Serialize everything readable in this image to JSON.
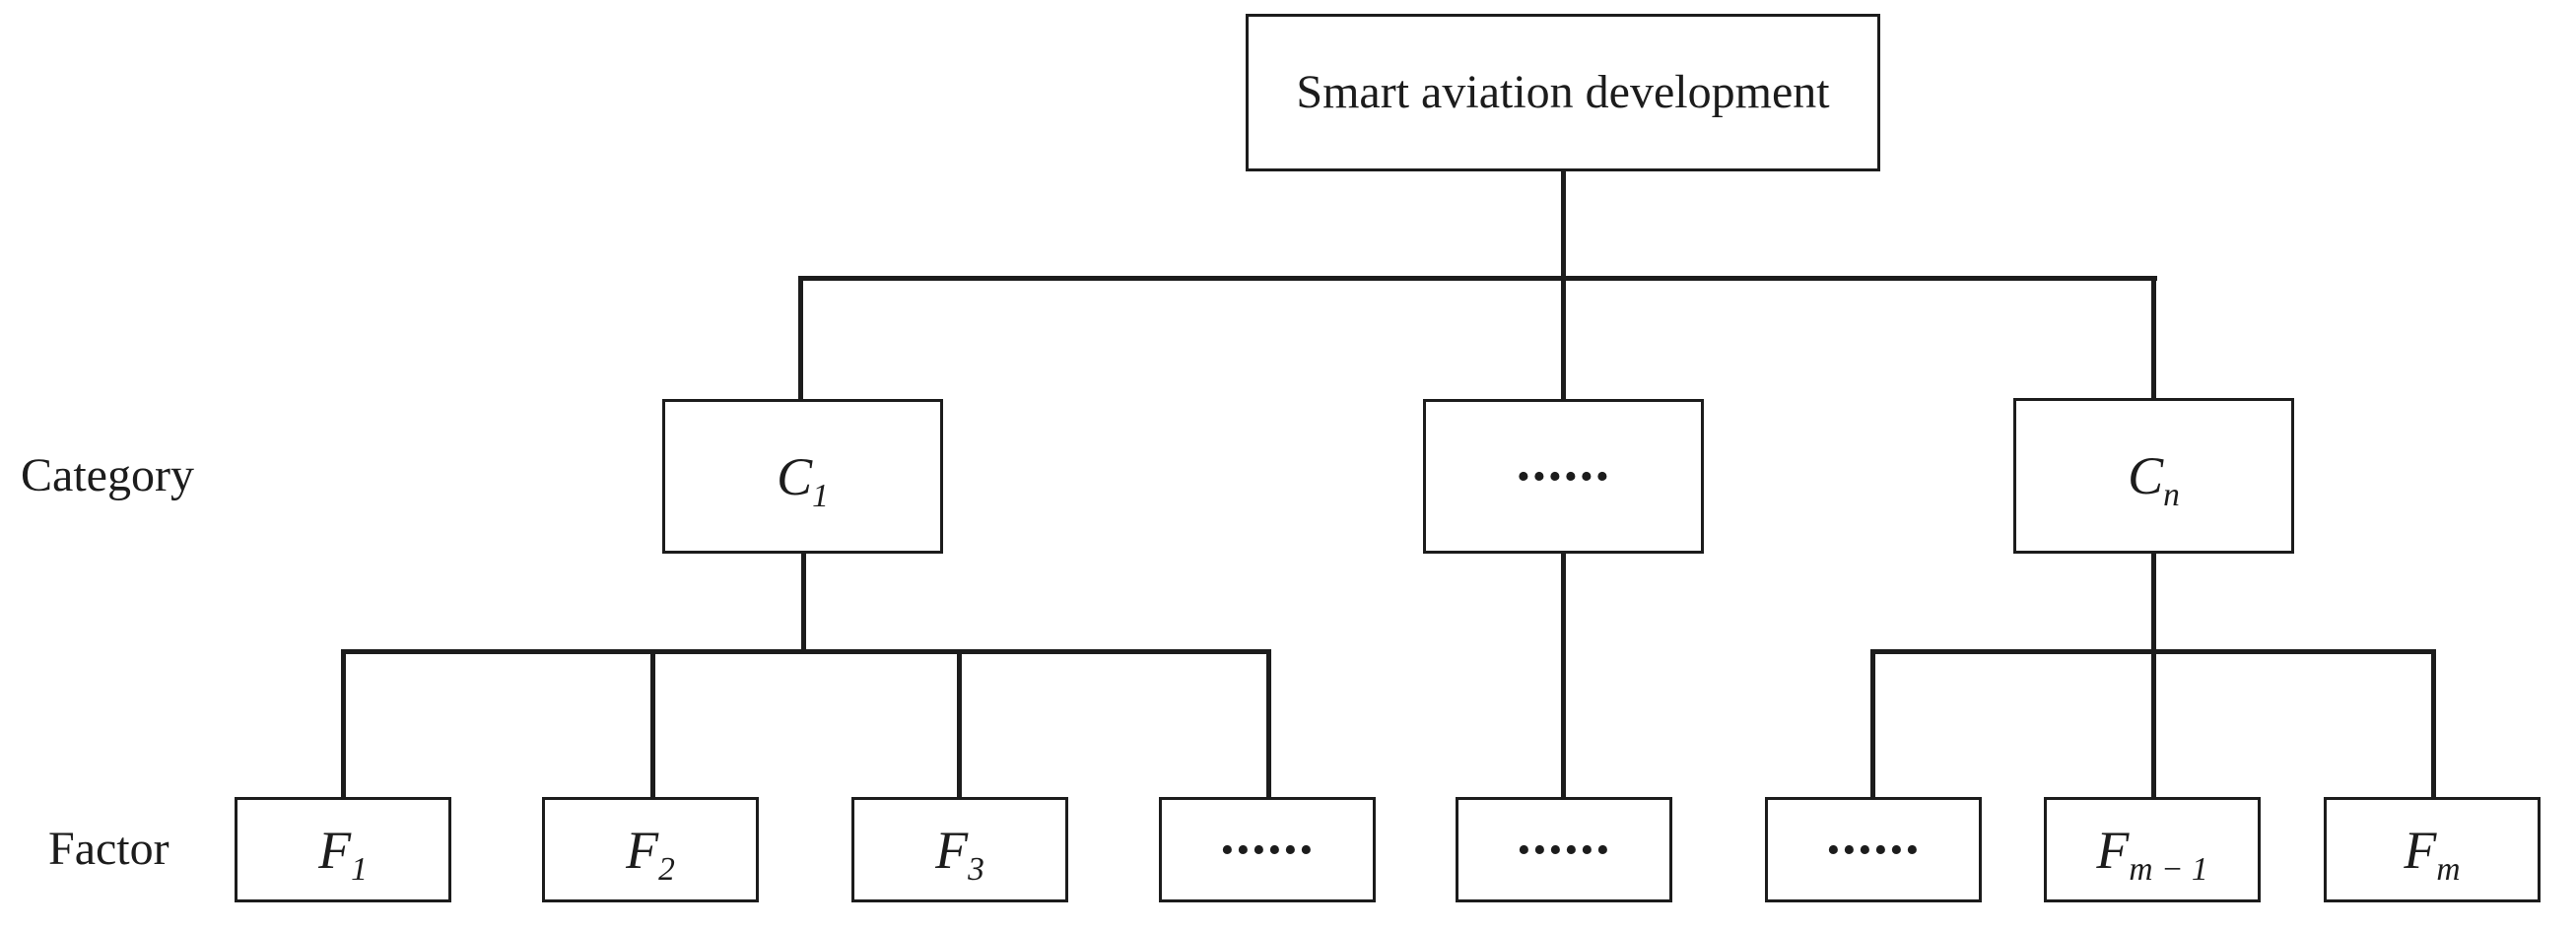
{
  "diagram": {
    "root": {
      "label": "Smart aviation development"
    },
    "row_labels": {
      "category": "Category",
      "factor": "Factor"
    },
    "categories": [
      {
        "main": "C",
        "sub": "1"
      },
      {
        "main": "······",
        "sub": ""
      },
      {
        "main": "C",
        "sub": "n"
      }
    ],
    "factors": [
      {
        "main": "F",
        "sub": "1"
      },
      {
        "main": "F",
        "sub": "2"
      },
      {
        "main": "F",
        "sub": "3"
      },
      {
        "main": "······",
        "sub": ""
      },
      {
        "main": "······",
        "sub": ""
      },
      {
        "main": "······",
        "sub": ""
      },
      {
        "main": "F",
        "sub": "m − 1"
      },
      {
        "main": "F",
        "sub": "m"
      }
    ],
    "colors": {
      "line": "#1c1c1c",
      "background": "#ffffff",
      "text": "#1c1c1c"
    }
  }
}
